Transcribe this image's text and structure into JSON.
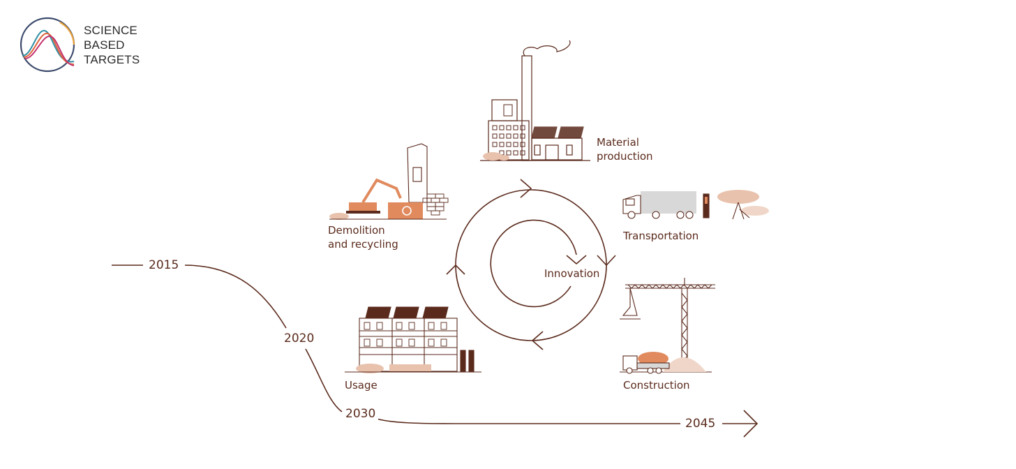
{
  "logo": {
    "lines": [
      "SCIENCE",
      "BASED",
      "TARGETS"
    ]
  },
  "stages": {
    "material_production": [
      "Material",
      "production"
    ],
    "transportation": "Transportation",
    "construction": "Construction",
    "usage": "Usage",
    "demolition": [
      "Demolition",
      "and recycling"
    ],
    "innovation": "Innovation"
  },
  "timeline": {
    "y2015": "2015",
    "y2020": "2020",
    "y2030": "2030",
    "y2045": "2045"
  },
  "colors": {
    "line": "#5a2a1c",
    "accent": "#e08a5e",
    "soft": "#e8c2ad",
    "grey": "#d8d8d8"
  }
}
